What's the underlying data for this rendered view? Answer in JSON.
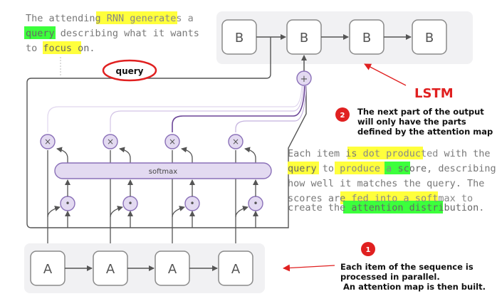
{
  "intro": {
    "line1_a": "The attending ",
    "line1_b": "RNN generates a",
    "line2_a": "query",
    "line2_b": " describing what it wants",
    "line3_a": "to ",
    "line3_b": "focus on",
    "line3_c": "."
  },
  "query_label": "query",
  "decoder": {
    "nodes": [
      "B",
      "B",
      "B",
      "B"
    ]
  },
  "encoder": {
    "nodes": [
      "A",
      "A",
      "A",
      "A"
    ]
  },
  "softmax_label": "softmax",
  "ops": {
    "multiply": "×",
    "dot": "•",
    "plus": "+"
  },
  "lstm_label": "LSTM",
  "note2": {
    "badge": "2",
    "line1": "The next part of the output",
    "line2": "will only have the parts",
    "line3": "defined by the attention map"
  },
  "right_text": {
    "l1_a": "Each item is ",
    "l1_b": "dot producted",
    "l1_c": " with the",
    "l2_a": "query",
    "l2_b": " to ",
    "l2_c": "produce a ",
    "l2_d": "score",
    "l2_e": ", describing",
    "l3": "how well it matches the query. The",
    "l4_a": "scores are ",
    "l4_b": "fed into a softmax to",
    "l5_a": "create the ",
    "l5_b": "attention distribution",
    "l5_c": "."
  },
  "note1": {
    "badge": "1",
    "line1": "Each item of the sequence is",
    "line2": "processed in parallel.",
    "line3": "An attention map is then built."
  },
  "colors": {
    "red": "#e02020",
    "highlight_yellow": "#ffff3c",
    "highlight_green": "#3cff3c",
    "purple": "#7d52a8",
    "panel": "#f1f1f3"
  }
}
